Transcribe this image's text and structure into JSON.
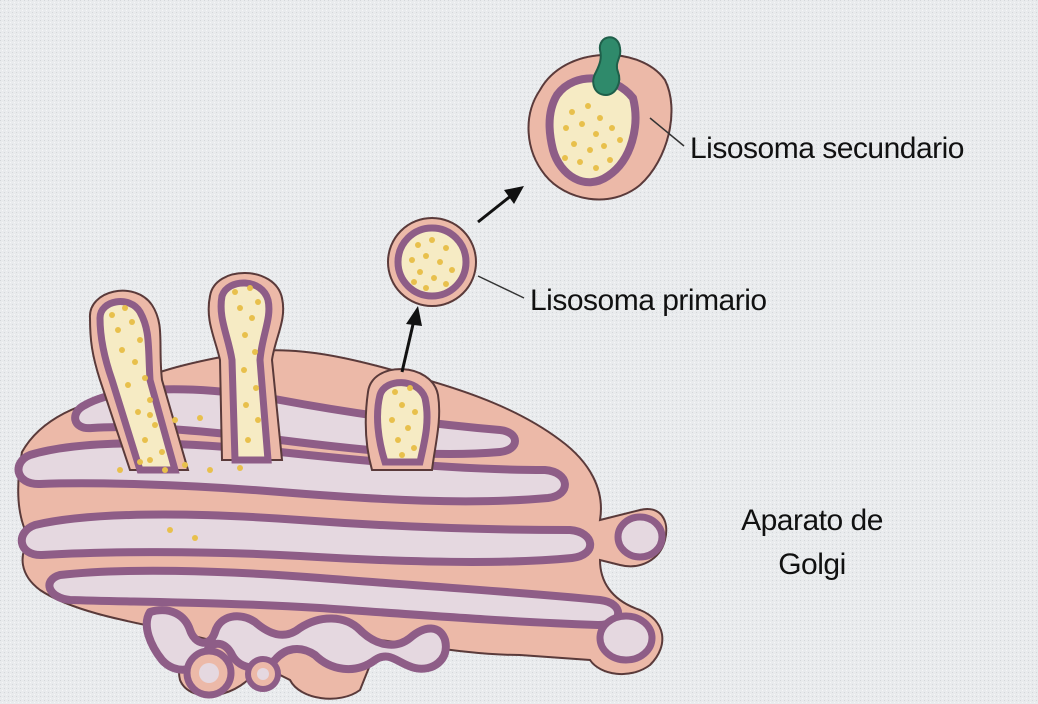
{
  "labels": {
    "secondary_lysosome": "Lisosoma secundario",
    "primary_lysosome": "Lisosoma primario",
    "golgi_line1": "Aparato de",
    "golgi_line2": "Golgi"
  },
  "colors": {
    "background": "#e9ebed",
    "golgi_outer": "#ecb9a8",
    "membrane": "#8e5d87",
    "lumen": "#e5d8e0",
    "vesicle_content": "#f6ebc4",
    "granules": "#e8c04c",
    "phagocytosed_material": "#2f8a6b",
    "text": "#111111"
  }
}
